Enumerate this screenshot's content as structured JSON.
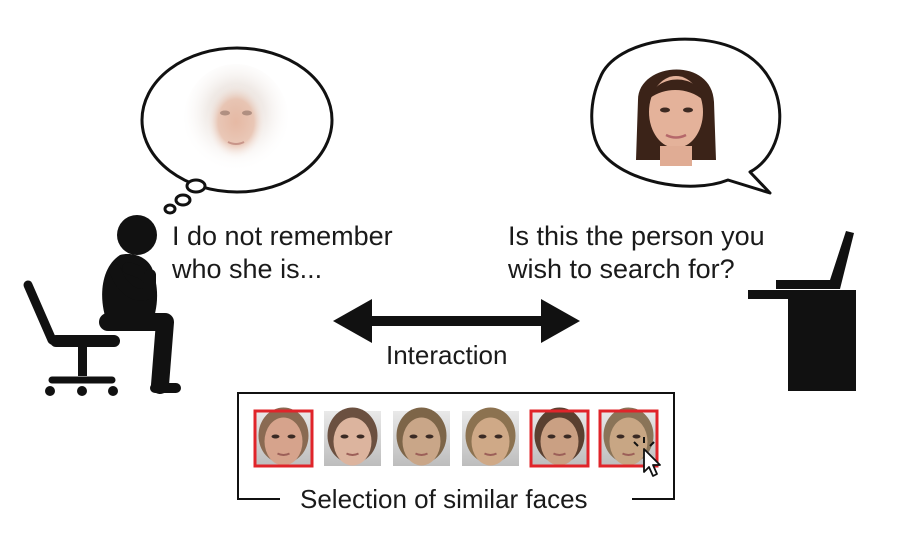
{
  "user": {
    "thought_lines": [
      "I do not remember",
      "who she is..."
    ]
  },
  "system": {
    "query_lines": [
      "Is this the person you",
      "wish to search for?"
    ]
  },
  "interaction_label": "Interaction",
  "faces_panel": {
    "caption": "Selection of similar faces",
    "faces": [
      {
        "selected": true,
        "skin": "#d6a38c",
        "hair": "#8a6a52"
      },
      {
        "selected": false,
        "skin": "#dcb49e",
        "hair": "#6b5040"
      },
      {
        "selected": false,
        "skin": "#c9a688",
        "hair": "#7d6548"
      },
      {
        "selected": false,
        "skin": "#cfa987",
        "hair": "#8c7250"
      },
      {
        "selected": true,
        "skin": "#caa083",
        "hair": "#5a4030"
      },
      {
        "selected": true,
        "skin": "#c8a684",
        "hair": "#8a7458"
      }
    ]
  },
  "colors": {
    "ink": "#111111",
    "selection": "#e0242a"
  }
}
